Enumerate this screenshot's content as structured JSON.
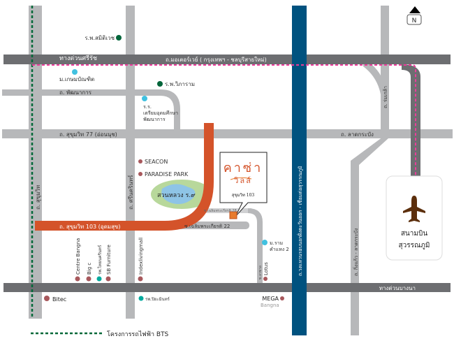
{
  "roads": {
    "sirat_expressway": "ทางด่วนศรีรัช",
    "motorway": "ถ.มอเตอร์เวย์ ( กรุงเทพฯ - ชลบุรีสายใหม่)",
    "phatthanakan": "ถ. พัฒนาการ",
    "sukhumvit77": "ถ. สุขุมวิท 77 (อ่อนนุช)",
    "latkrabang": "ถ. ลาดกระบัง",
    "romklao": "ถ. ร่มเกล้า",
    "sukhumvit103": "ถ. สุขุมวิท 103 (อุดมสุข)",
    "sukhumvit": "ถ. สุขุมวิท",
    "srinakarin": "ถ. ศรีนครินทร์",
    "chaloem22": "ซ.เฉลิมพระเกียรติ 22",
    "chaloem28": "ซ.เฉลิมพระเกียรติ 28",
    "lasalle": "ซ.ลาซาล",
    "kanchana": "ถ.วงแหวนรอบนอกฝั่งตะวันออก - เชื่อมต่อสุวรรณภูมิ",
    "kingkaew": "ถ. กิ่งแก้ว - ลาดกระบัง",
    "bangna_expressway": "ทางด่วนบางนา"
  },
  "places": {
    "samitivej": "ร.พ.สมิติเวช",
    "kasem": "ม.เกษมบัณฑิต",
    "vibharam": "ร.พ.วิภาราม",
    "school_1": "ร.ร.",
    "school_2": "เตรียมอุดมศึกษา",
    "school_3": "พัฒนาการ",
    "seacon": "SEACON",
    "paradise": "PARADISE PARK",
    "park": "สวนหลวง ร.๙",
    "ramkhamhaeng_1": "ม.ราม",
    "ramkhamhaeng_2": "คำแหง 2",
    "lotus": "Lotus",
    "mega": "MEGA",
    "mega_sub": "Bangna",
    "central": "Centre Bangna",
    "bigc": "Big c",
    "hospital_thai": "รพ.ไทยนครินทร์",
    "sb": "SB Furniture",
    "index": "Indexlivingmall",
    "hospital_piyamin": "รพ.ปิยะมินทร์",
    "bitec": "Bitec"
  },
  "callout": {
    "brand_line1": "คาซ่า",
    "brand_line2": "วิลล์",
    "sub": "สุขุมวิท 103"
  },
  "airport": {
    "line1": "สนามบิน",
    "line2": "สุวรรณภูมิ"
  },
  "compass": "N",
  "legend": {
    "bts": "โครงการรถไฟฟ้า BTS"
  },
  "colors": {
    "road": "#b7b8ba",
    "expressway": "#6d6e71",
    "sukhumvit103": "#d4532a",
    "ring": "#00527f",
    "bts": "#006838",
    "airport_link": "#ec3c9b",
    "poi_red": "#a8585c",
    "poi_teal": "#00a99d",
    "poi_cyan": "#41c1e0",
    "poi_green": "#00653a",
    "plane": "#5c2f0c"
  }
}
